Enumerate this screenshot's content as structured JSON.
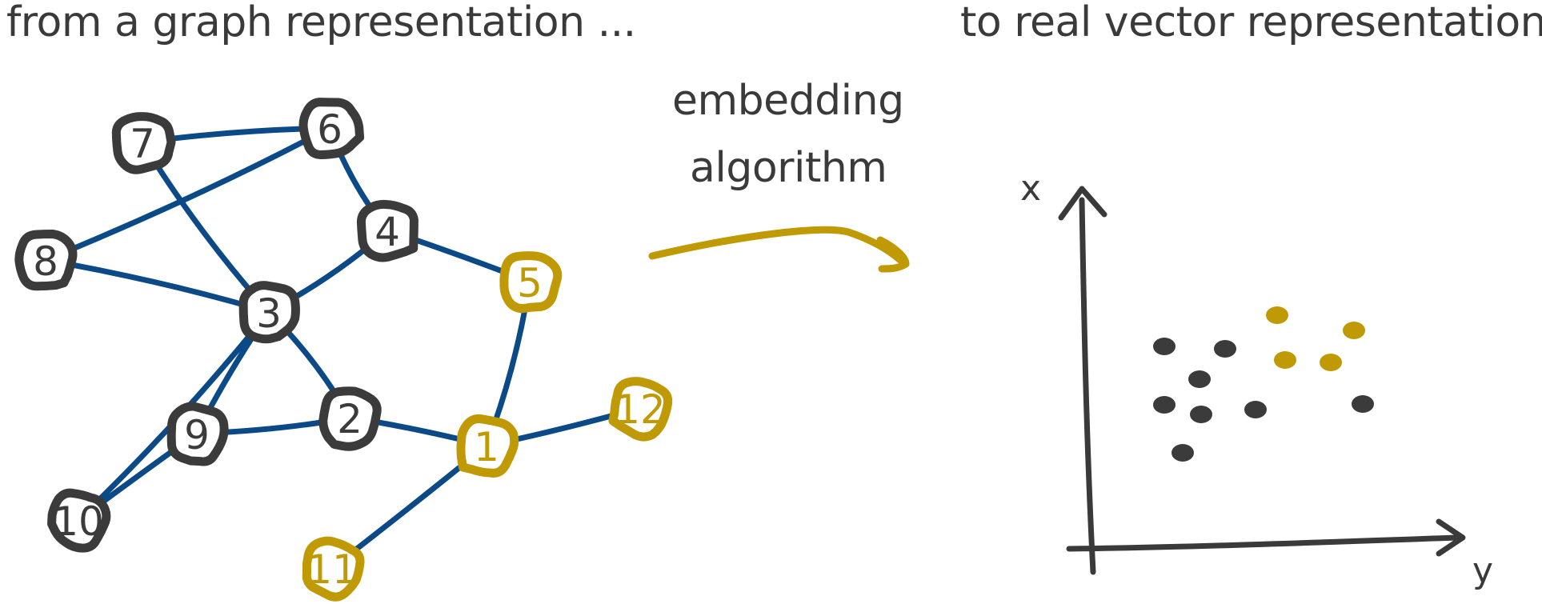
{
  "titles": {
    "left": "from a graph representation ...",
    "right": "to real vector representation",
    "arrow_line1": "embedding",
    "arrow_line2": "algorithm"
  },
  "colors": {
    "dark": "#3b3b3b",
    "gold": "#bf9a05",
    "edge": "#0b4a86"
  },
  "graph": {
    "nodes": [
      {
        "id": "7",
        "group": "dark"
      },
      {
        "id": "6",
        "group": "dark"
      },
      {
        "id": "4",
        "group": "dark"
      },
      {
        "id": "8",
        "group": "dark"
      },
      {
        "id": "3",
        "group": "dark"
      },
      {
        "id": "5",
        "group": "gold"
      },
      {
        "id": "9",
        "group": "dark"
      },
      {
        "id": "2",
        "group": "dark"
      },
      {
        "id": "1",
        "group": "gold"
      },
      {
        "id": "12",
        "group": "gold"
      },
      {
        "id": "10",
        "group": "dark"
      },
      {
        "id": "11",
        "group": "gold"
      }
    ],
    "edges": [
      [
        "7",
        "6"
      ],
      [
        "8",
        "6"
      ],
      [
        "7",
        "3"
      ],
      [
        "8",
        "3"
      ],
      [
        "6",
        "4"
      ],
      [
        "4",
        "3"
      ],
      [
        "4",
        "5"
      ],
      [
        "3",
        "10"
      ],
      [
        "3",
        "9"
      ],
      [
        "3",
        "2"
      ],
      [
        "9",
        "10"
      ],
      [
        "9",
        "2"
      ],
      [
        "2",
        "1"
      ],
      [
        "5",
        "1"
      ],
      [
        "1",
        "12"
      ],
      [
        "1",
        "11"
      ]
    ]
  },
  "plot": {
    "x_axis_label": "x",
    "y_axis_label": "y",
    "points": [
      {
        "group": "dark"
      },
      {
        "group": "dark"
      },
      {
        "group": "dark"
      },
      {
        "group": "dark"
      },
      {
        "group": "dark"
      },
      {
        "group": "dark"
      },
      {
        "group": "dark"
      },
      {
        "group": "dark"
      },
      {
        "group": "gold"
      },
      {
        "group": "gold"
      },
      {
        "group": "gold"
      },
      {
        "group": "gold"
      }
    ]
  }
}
